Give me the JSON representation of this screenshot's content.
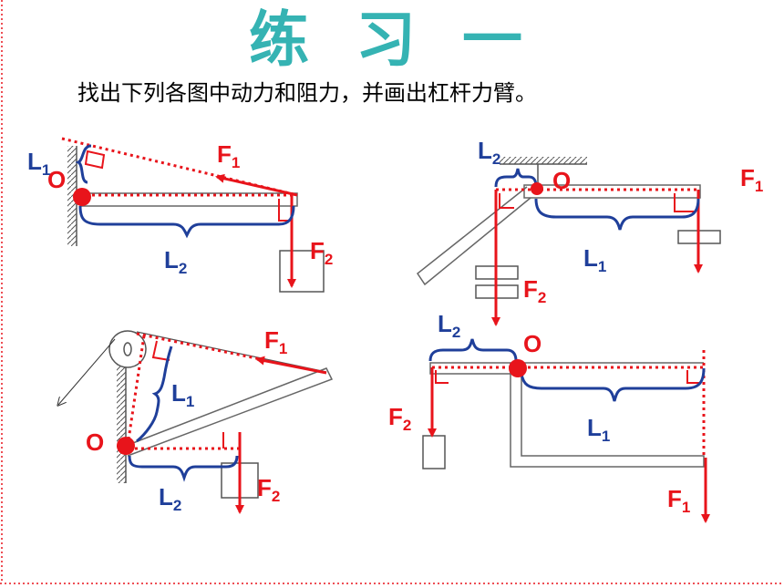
{
  "title": "练 习 一",
  "subtitle": "找出下列各图中动力和阻力，并画出杠杆力臂。",
  "colors": {
    "title": "#35b3b3",
    "force": "#e8141b",
    "arm": "#1f3f9a",
    "structure": "#555555"
  },
  "diagrams": [
    {
      "fulcrum": "O",
      "arm1": {
        "main": "L",
        "sub": "1"
      },
      "arm2": {
        "main": "L",
        "sub": "2"
      },
      "force1": {
        "main": "F",
        "sub": "1"
      },
      "force2": {
        "main": "F",
        "sub": "2"
      }
    },
    {
      "fulcrum": "O",
      "arm1": {
        "main": "L",
        "sub": "1"
      },
      "arm2": {
        "main": "L",
        "sub": "2"
      },
      "force1": {
        "main": "F",
        "sub": "1"
      },
      "force2": {
        "main": "F",
        "sub": "2"
      }
    },
    {
      "fulcrum": "O",
      "arm1": {
        "main": "L",
        "sub": "1"
      },
      "arm2": {
        "main": "L",
        "sub": "2"
      },
      "force1": {
        "main": "F",
        "sub": "1"
      },
      "force2": {
        "main": "F",
        "sub": "2"
      }
    },
    {
      "fulcrum": "O",
      "arm1": {
        "main": "L",
        "sub": "1"
      },
      "arm2": {
        "main": "L",
        "sub": "2"
      },
      "force1": {
        "main": "F",
        "sub": "1"
      },
      "force2": {
        "main": "F",
        "sub": "2"
      }
    }
  ]
}
